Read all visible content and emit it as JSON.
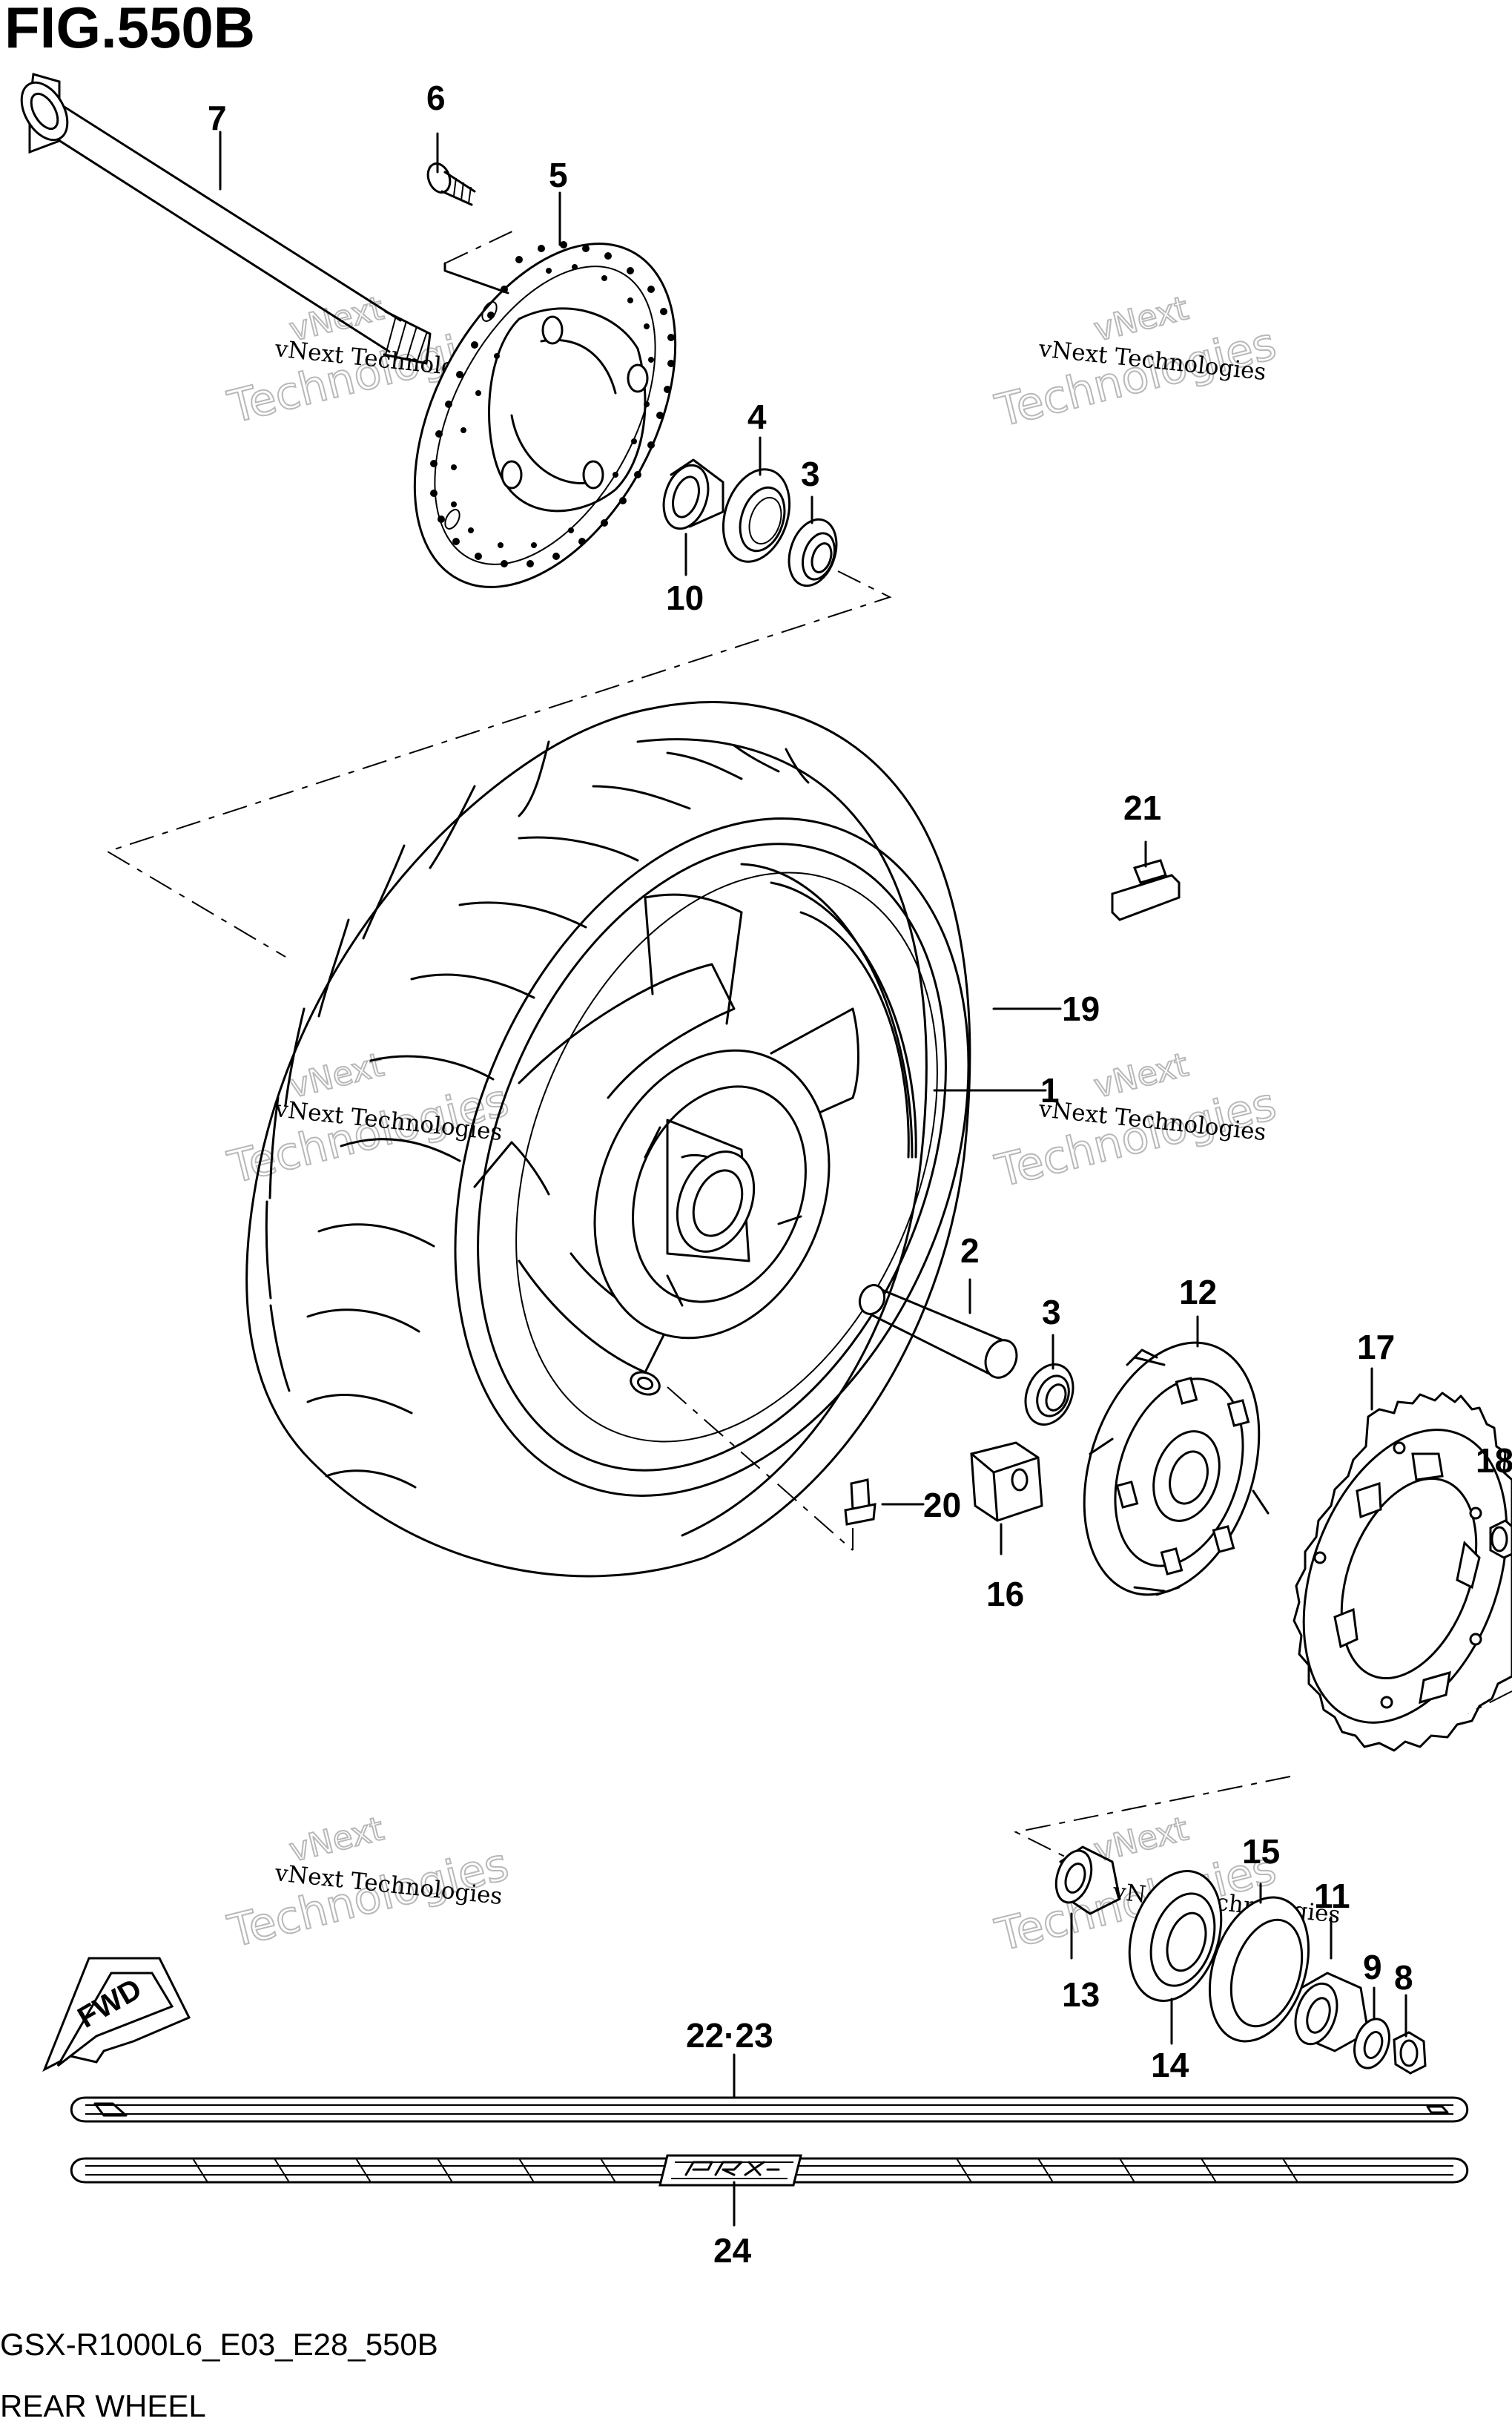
{
  "figure": {
    "title": "FIG.550B",
    "code": "GSX-R1000L6_E03_E28_550B",
    "name": "REAR WHEEL"
  },
  "direction_label": "FWD",
  "watermark": {
    "small": "vNext Technologies",
    "large_top": "vNext",
    "large_bottom": "Technologies"
  },
  "callouts": [
    "1",
    "2",
    "3",
    "3",
    "4",
    "5",
    "6",
    "7",
    "8",
    "9",
    "10",
    "11",
    "12",
    "13",
    "14",
    "15",
    "16",
    "17",
    "18",
    "19",
    "20",
    "21",
    "22·23",
    "24"
  ],
  "parts": [
    {
      "id": "1",
      "name": "wheel"
    },
    {
      "id": "2",
      "name": "spacer"
    },
    {
      "id": "3",
      "name": "bearing"
    },
    {
      "id": "4",
      "name": "oil seal"
    },
    {
      "id": "5",
      "name": "brake disc"
    },
    {
      "id": "6",
      "name": "disc bolt"
    },
    {
      "id": "7",
      "name": "axle"
    },
    {
      "id": "8",
      "name": "nut"
    },
    {
      "id": "9",
      "name": "washer"
    },
    {
      "id": "10",
      "name": "spacer"
    },
    {
      "id": "11",
      "name": "spacer"
    },
    {
      "id": "12",
      "name": "sprocket mounting drum"
    },
    {
      "id": "13",
      "name": "spacer"
    },
    {
      "id": "14",
      "name": "bearing"
    },
    {
      "id": "15",
      "name": "oil seal"
    },
    {
      "id": "16",
      "name": "cushion"
    },
    {
      "id": "17",
      "name": "sprocket"
    },
    {
      "id": "18",
      "name": "nut"
    },
    {
      "id": "19",
      "name": "tire"
    },
    {
      "id": "20",
      "name": "valve"
    },
    {
      "id": "21",
      "name": "balancer"
    },
    {
      "id": "22·23",
      "name": "tape"
    },
    {
      "id": "24",
      "name": "tape"
    }
  ]
}
